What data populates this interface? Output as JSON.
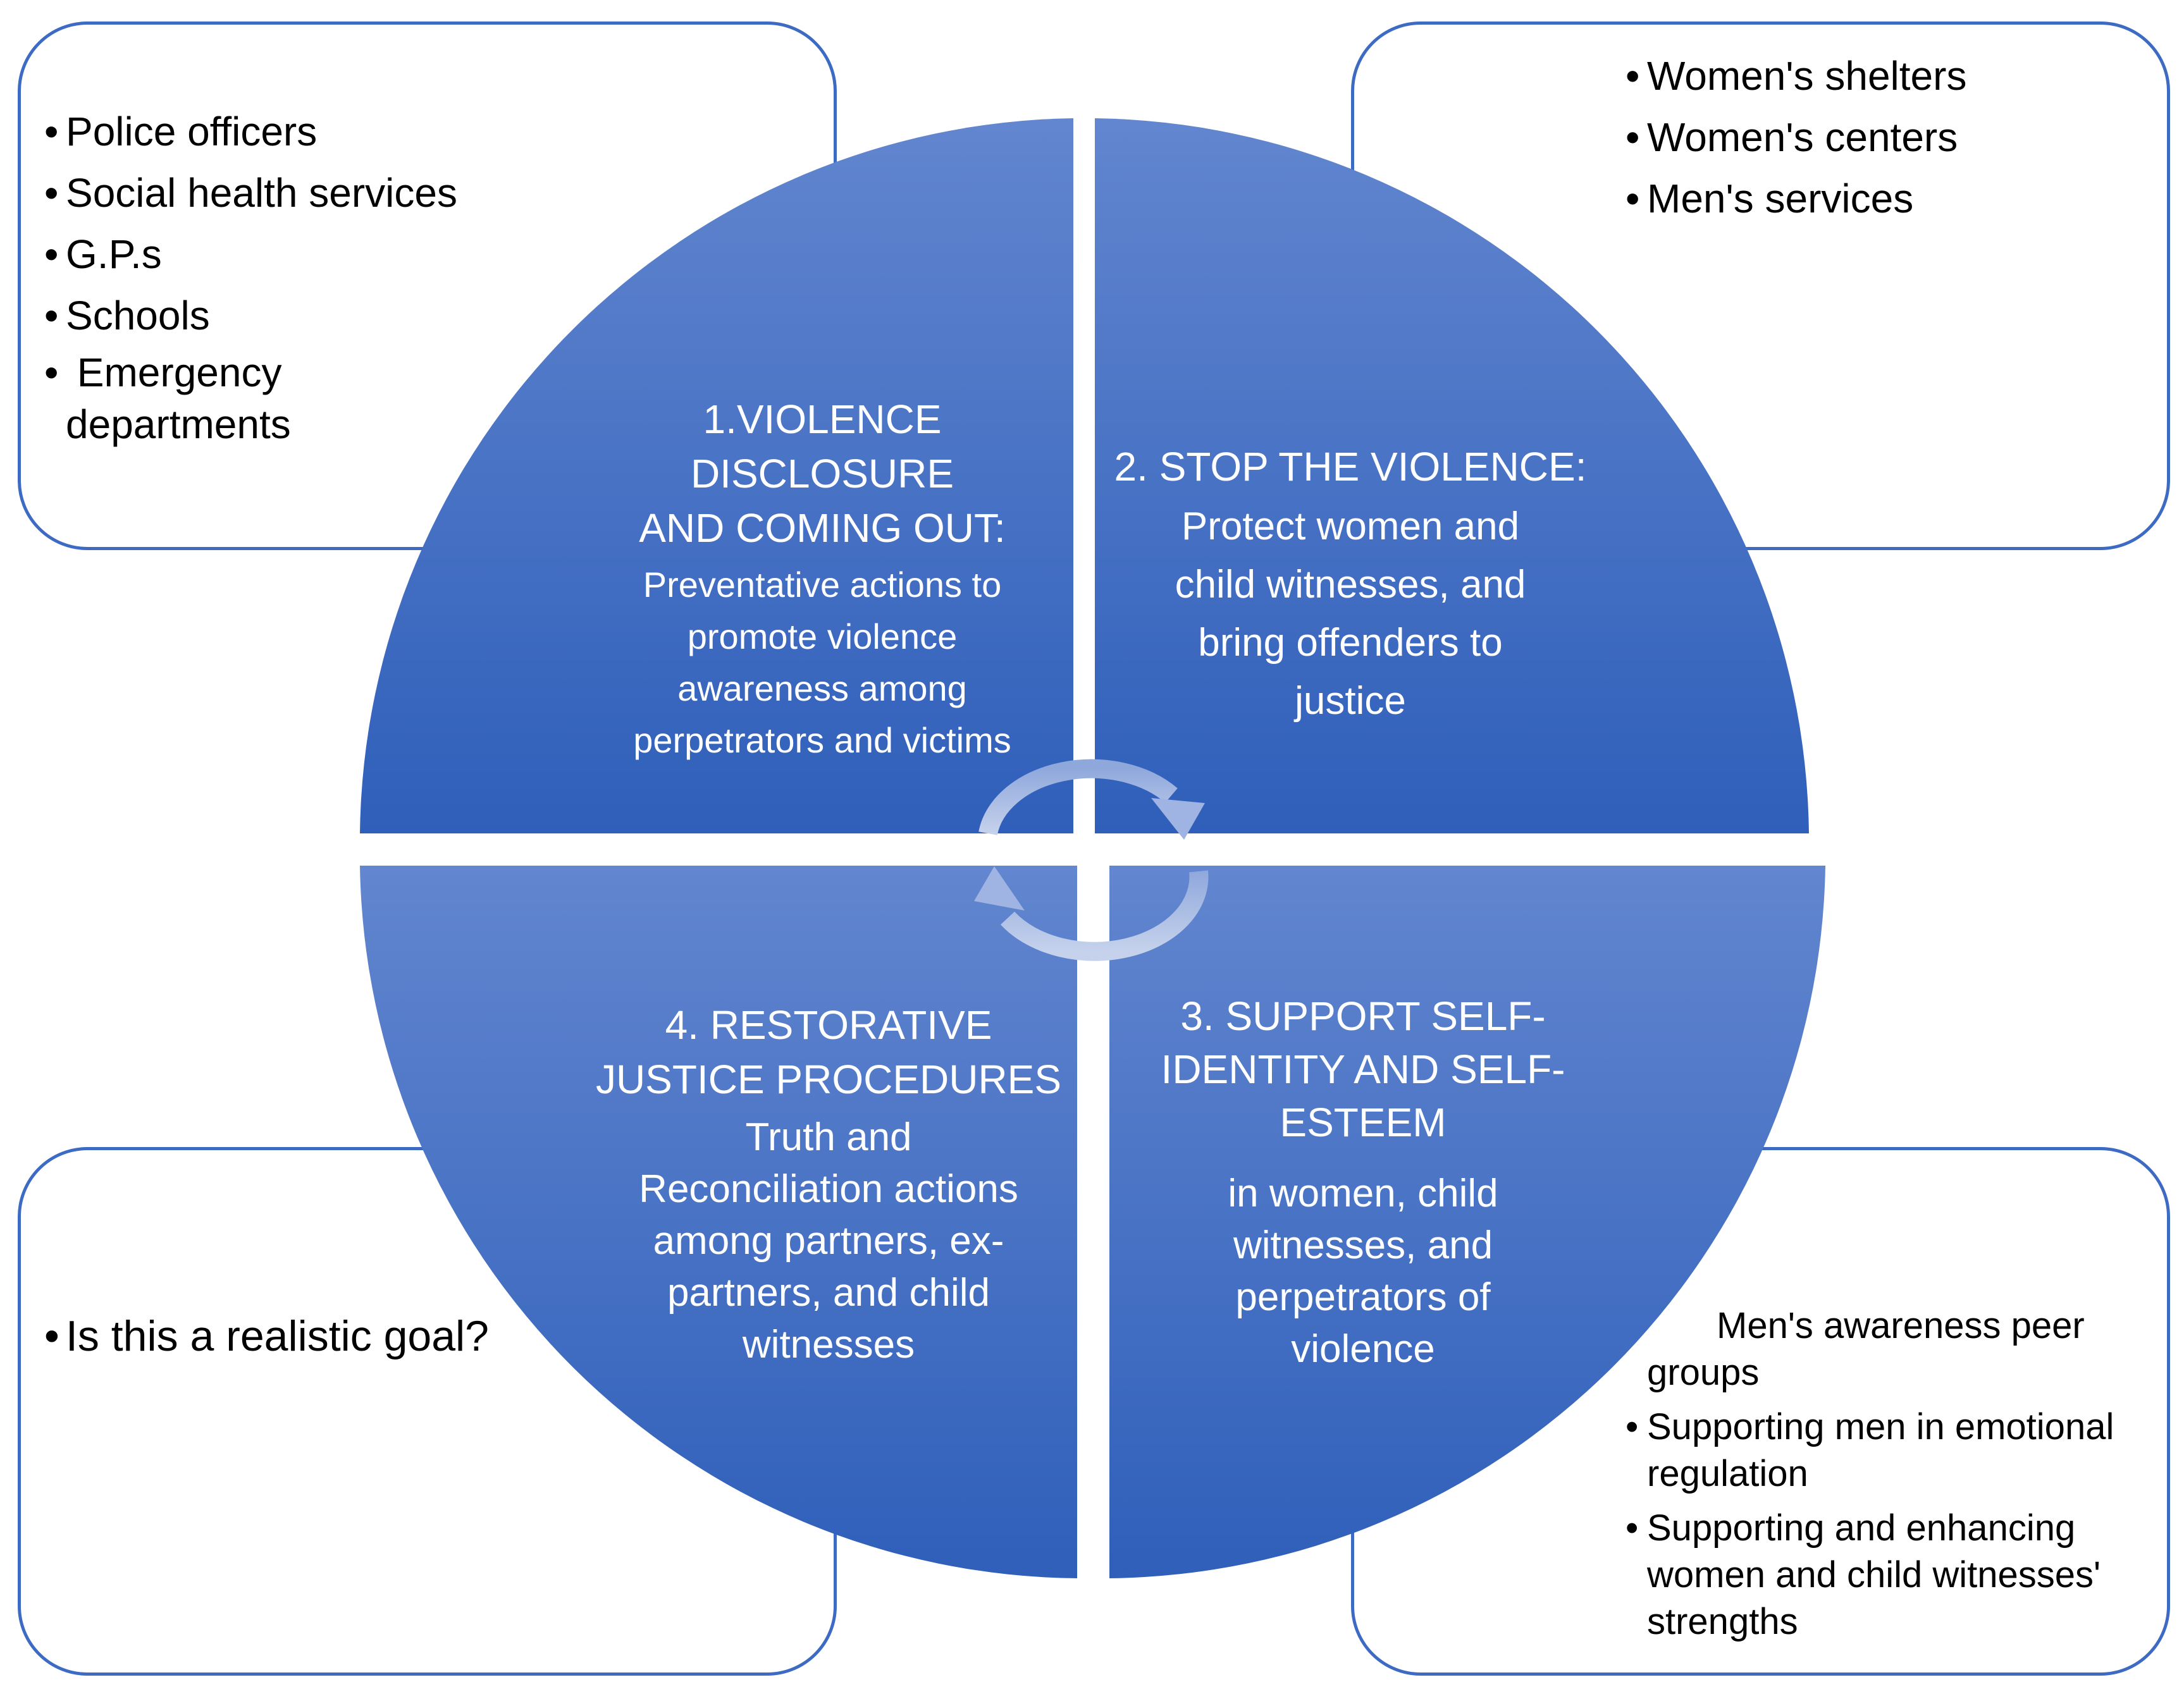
{
  "boxes": {
    "top_left": [
      "Police officers",
      "Social health services",
      "G.P.s",
      "Schools",
      " Emergency departments"
    ],
    "top_right": [
      "Women's shelters",
      "Women's centers",
      "Men's services"
    ],
    "bottom_left": [
      "Is this a realistic goal?"
    ],
    "bottom_right": {
      "lead": "Men's awareness peer groups",
      "items": [
        "Supporting men in emotional regulation",
        "Supporting  and enhancing women and child witnesses' strengths"
      ]
    }
  },
  "quadrants": {
    "q1": {
      "heading": [
        "1.VIOLENCE",
        "DISCLOSURE",
        "AND COMING OUT:"
      ],
      "body": "Preventative actions to promote violence awareness among perpetrators and victims"
    },
    "q2": {
      "heading": [
        "2. STOP THE VIOLENCE:"
      ],
      "body": "Protect women and child witnesses, and bring offenders to justice"
    },
    "q3": {
      "heading": [
        "3. SUPPORT  SELF-",
        "IDENTITY AND SELF-",
        "ESTEEM"
      ],
      "body": "in women, child witnesses, and perpetrators of violence"
    },
    "q4": {
      "heading": [
        "4. RESTORATIVE",
        "JUSTICE  PROCEDURES"
      ],
      "body": "Truth and Reconciliation actions among  partners, ex-partners, and child witnesses"
    }
  },
  "colors": {
    "quadrant_top": "#6286cf",
    "quadrant_bottom": "#2f5fba",
    "box_border": "#3d6bc4",
    "cycle_arrow": "#b8c7e6"
  },
  "icons": [
    "cycle-arrow-icon"
  ]
}
